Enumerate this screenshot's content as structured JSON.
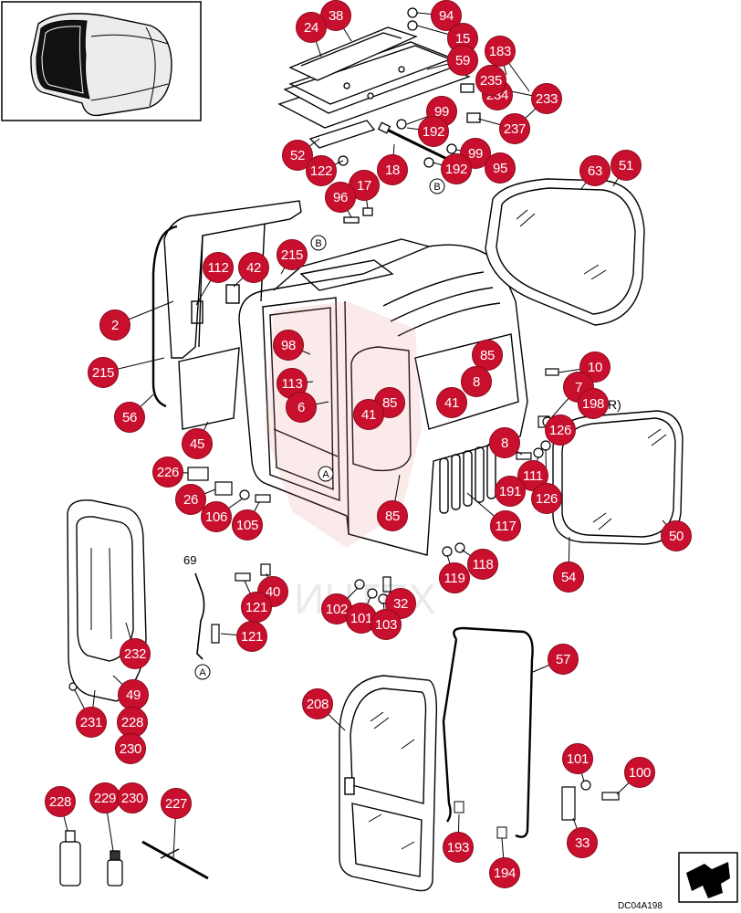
{
  "figure_code": "DC04A198",
  "watermark": "ИНТЕХ",
  "callouts": [
    "38",
    "24",
    "94",
    "15",
    "183",
    "59",
    "234",
    "235",
    "233",
    "99",
    "237",
    "192",
    "52",
    "99",
    "122",
    "18",
    "192",
    "95",
    "17",
    "96",
    "63",
    "51",
    "215",
    "112",
    "42",
    "2",
    "98",
    "113",
    "85",
    "10",
    "8",
    "7",
    "198",
    "215",
    "6",
    "85",
    "41",
    "41",
    "56",
    "126",
    "8",
    "45",
    "226",
    "111",
    "191",
    "126",
    "26",
    "106",
    "105",
    "85",
    "117",
    "50",
    "40",
    "118",
    "119",
    "121",
    "102",
    "32",
    "101",
    "103",
    "54",
    "121",
    "232",
    "57",
    "49",
    "231",
    "228",
    "230",
    "208",
    "101",
    "100",
    "228",
    "229",
    "230",
    "227",
    "193",
    "33",
    "194"
  ],
  "labels": {
    "part_69": "69",
    "side_note": "R)"
  },
  "refs": {
    "a1": "A",
    "a2": "A",
    "b1": "B",
    "b2": "B"
  },
  "colors": {
    "callout": "#c8102e",
    "callout_text": "#ffffff",
    "line": "#000000"
  }
}
